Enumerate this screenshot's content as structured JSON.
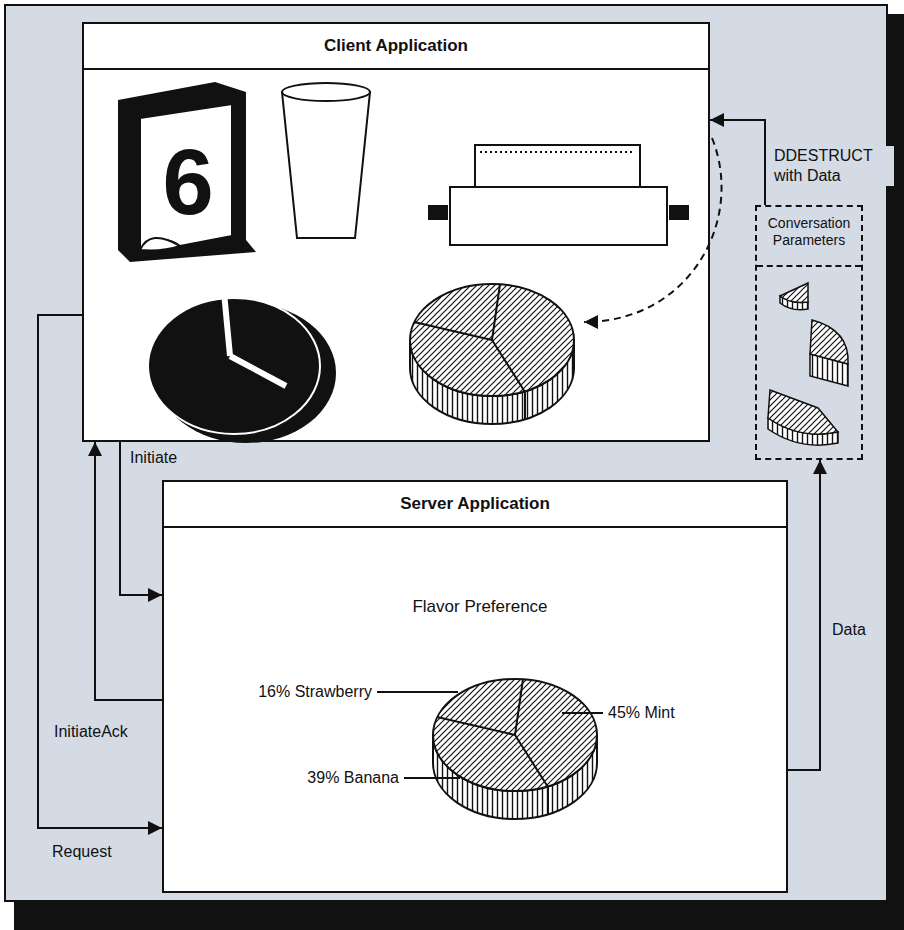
{
  "diagram": {
    "nodes": [
      {
        "text": [
          "Client Application"
        ]
      },
      {
        "text": [
          "Server Application"
        ]
      },
      {
        "text": [
          "Conversation Parameters"
        ]
      }
    ],
    "edges": [
      {
        "from": 0,
        "to": 1,
        "label": "Initiate",
        "arrow": "to"
      },
      {
        "from": 1,
        "to": 0,
        "label": "InitiateAck",
        "arrow": "to"
      },
      {
        "from": 0,
        "to": 1,
        "label": "Request",
        "arrow": "to"
      },
      {
        "from": 1,
        "to": 2,
        "label": "Data",
        "arrow": "to"
      },
      {
        "from": 2,
        "to": 0,
        "label": "DDESTRUCT with Data",
        "arrow": "to"
      }
    ],
    "labels": [
      "6",
      "Flavor Preference",
      "16% Strawberry",
      "45% Mint",
      "39% Banana"
    ]
  }
}
